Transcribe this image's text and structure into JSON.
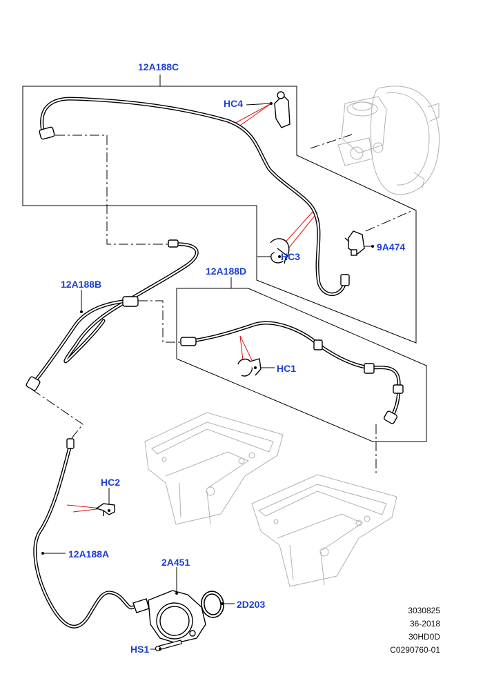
{
  "callouts": {
    "hose_c": "12A188C",
    "hose_d": "12A188D",
    "hose_b": "12A188B",
    "hose_a": "12A188A",
    "clip_hc4": "HC4",
    "clip_hc3": "HC3",
    "clip_hc1": "HC1",
    "clip_hc2": "HC2",
    "valve": "9A474",
    "pump": "2A451",
    "seal": "2D203",
    "bolt": "HS1"
  },
  "reference": {
    "line1": "3030825",
    "line2": "36-2018",
    "line3": "30HD0D",
    "line4": "C0290760-01"
  },
  "colors": {
    "callout": "#1d3fd6",
    "leader_red": "#e01010",
    "line": "#000000",
    "ghost": "#b0b0b0"
  }
}
